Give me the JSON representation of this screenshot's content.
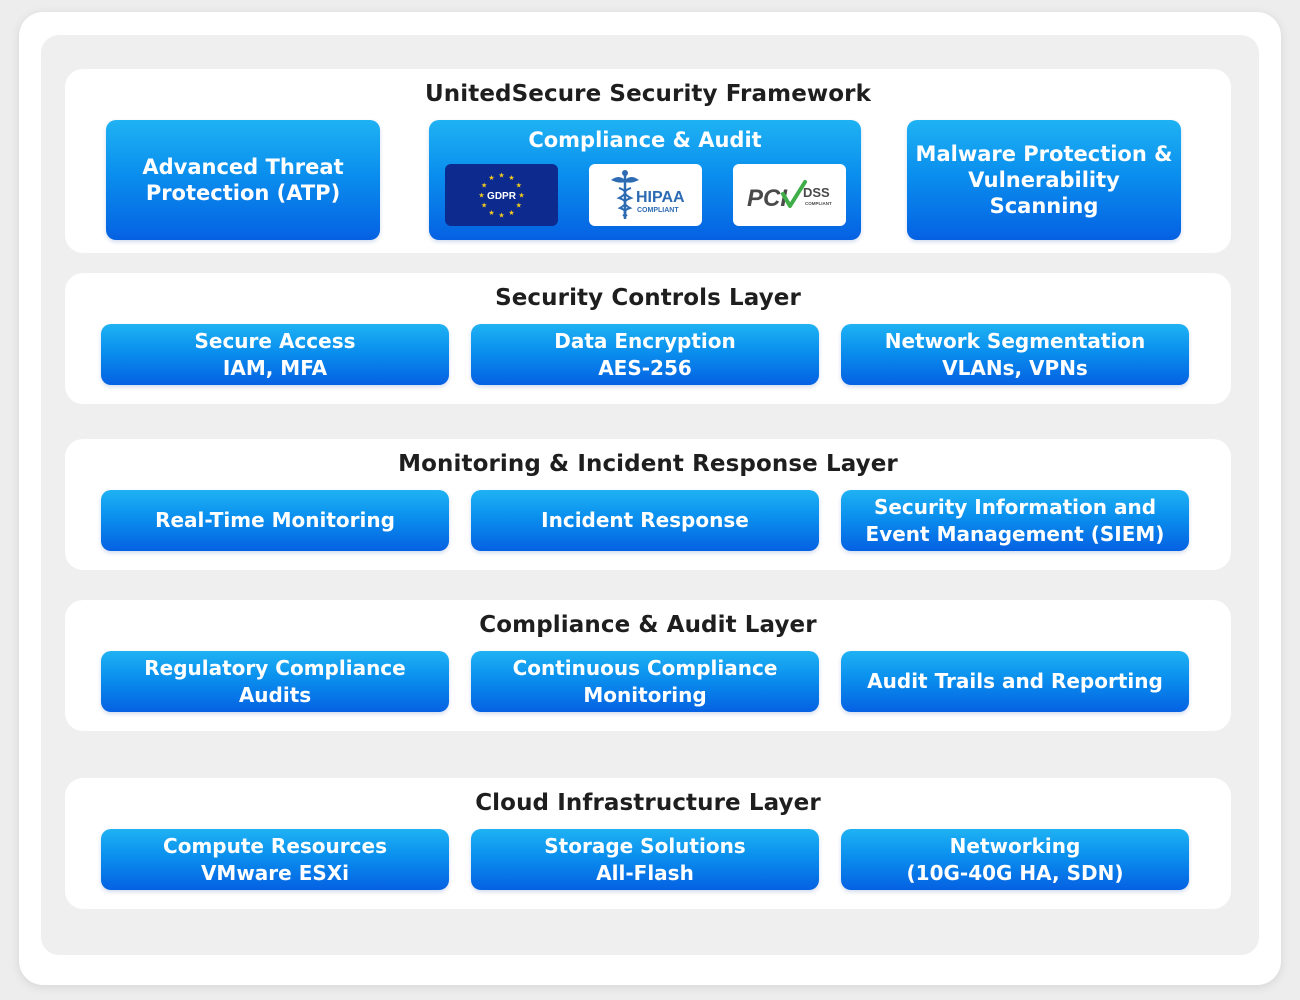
{
  "framework": {
    "title": "UnitedSecure Security Framework",
    "atp": [
      "Advanced Threat",
      "Protection (ATP)"
    ],
    "compliance": {
      "title": "Compliance & Audit",
      "badges": {
        "gdpr": "GDPR",
        "hipaa": "HIPAA",
        "hipaa_sub": "COMPLIANT",
        "pci": "PCI",
        "dss": "DSS",
        "dss_sub": "COMPLIANT"
      }
    },
    "malware": [
      "Malware Protection &",
      "Vulnerability",
      "Scanning"
    ]
  },
  "layers": [
    {
      "title": "Security Controls Layer",
      "boxes": [
        [
          "Secure Access",
          "IAM, MFA"
        ],
        [
          "Data Encryption",
          "AES-256"
        ],
        [
          "Network Segmentation",
          "VLANs, VPNs"
        ]
      ]
    },
    {
      "title": "Monitoring & Incident Response Layer",
      "boxes": [
        [
          "Real-Time Monitoring"
        ],
        [
          "Incident Response"
        ],
        [
          "Security Information and",
          "Event Management (SIEM)"
        ]
      ]
    },
    {
      "title": "Compliance & Audit Layer",
      "boxes": [
        [
          "Regulatory Compliance",
          "Audits"
        ],
        [
          "Continuous Compliance",
          "Monitoring"
        ],
        [
          "Audit Trails and Reporting"
        ]
      ]
    },
    {
      "title": "Cloud Infrastructure Layer",
      "boxes": [
        [
          "Compute Resources",
          "VMware ESXi"
        ],
        [
          "Storage Solutions",
          "All-Flash"
        ],
        [
          "Networking",
          "(10G-40G HA, SDN)"
        ]
      ]
    }
  ],
  "colors": {
    "box_gradient_top": "#1fb2f3",
    "box_gradient_bottom": "#0561e2",
    "gdpr_blue": "#0d2a8f",
    "gdpr_star": "#f5cc1b",
    "hipaa_blue": "#2d6bb3",
    "pci_green": "#3fae49"
  }
}
